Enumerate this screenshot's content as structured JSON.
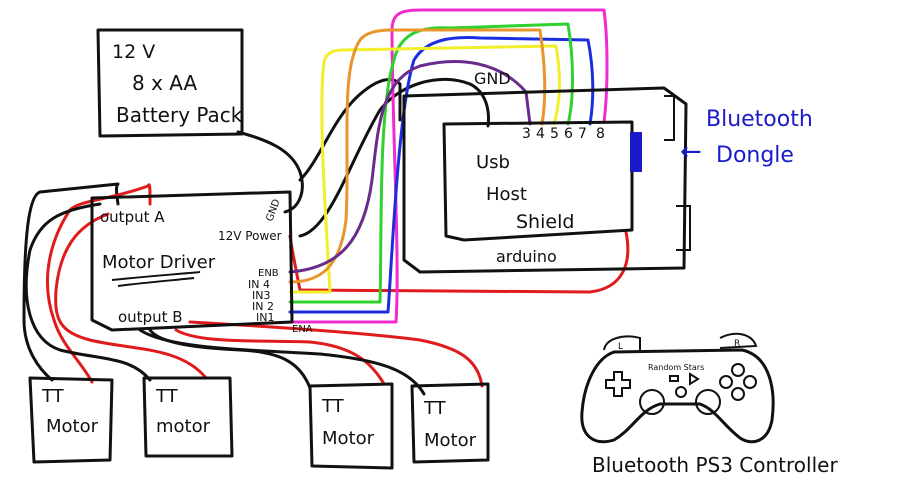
{
  "battery": {
    "voltage": "12 V",
    "cells": "8 x AA",
    "label": "Battery Pack"
  },
  "arduino": {
    "label": "arduino",
    "gnd_label": "GND",
    "pins": [
      "3",
      "4",
      "5",
      "6",
      "7",
      "8"
    ]
  },
  "shield": {
    "line1": "Usb",
    "line2": "Host",
    "line3": "Shield"
  },
  "dongle": {
    "line1": "Bluetooth",
    "line2": "Dongle",
    "arrow": "←"
  },
  "motor_driver": {
    "title": "Motor Driver",
    "output_a": "output A",
    "output_b": "output B",
    "gnd": "GND",
    "power": "12V Power",
    "enb": "ENB",
    "in4": "IN 4",
    "in3": "IN3",
    "in2": "IN 2",
    "in1": "IN1",
    "ena": "ENA"
  },
  "motors": [
    {
      "line1": "TT",
      "line2": "Motor"
    },
    {
      "line1": "TT",
      "line2": "motor"
    },
    {
      "line1": "TT",
      "line2": "Motor"
    },
    {
      "line1": "TT",
      "line2": "Motor"
    }
  ],
  "controller": {
    "caption": "Bluetooth PS3 Controller",
    "brand": "Random Stars",
    "l_label": "L",
    "r_label": "R"
  },
  "colors": {
    "black": "#111111",
    "red": "#e01b1b",
    "yellow": "#f2ee2a",
    "orange": "#e8962c",
    "purple": "#6a2c8c",
    "green": "#2ed12e",
    "blue": "#1a2ee0",
    "magenta": "#f02ccf",
    "dongle_blue": "#1a1acc"
  }
}
